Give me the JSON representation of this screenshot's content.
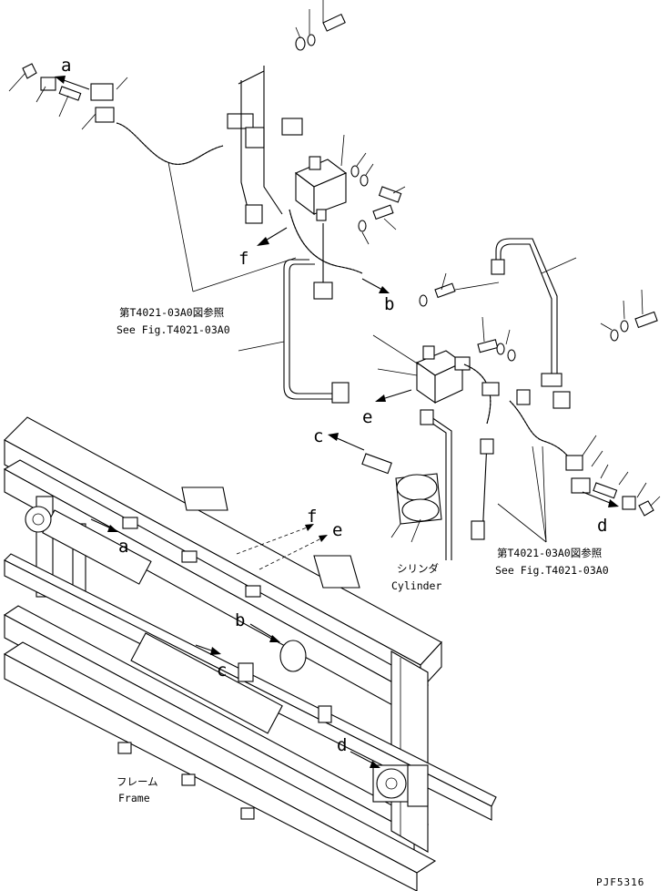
{
  "callouts": {
    "a_top": "a",
    "b_top": "b",
    "c_right": "c",
    "d_right": "d",
    "e_mid": "e",
    "f_top": "f",
    "a_frame": "a",
    "b_frame": "b",
    "c_frame": "c",
    "d_frame": "d",
    "e_frame": "e",
    "f_frame": "f"
  },
  "refs": {
    "left_jp": "第T4021-03A0図参照",
    "left_en": "See Fig.T4021-03A0",
    "right_jp": "第T4021-03A0図参照",
    "right_en": "See Fig.T4021-03A0"
  },
  "labels": {
    "cylinder_jp": "シリンダ",
    "cylinder_en": "Cylinder",
    "frame_jp": "フレーム",
    "frame_en": "Frame"
  },
  "drawing_code": "PJF5316"
}
